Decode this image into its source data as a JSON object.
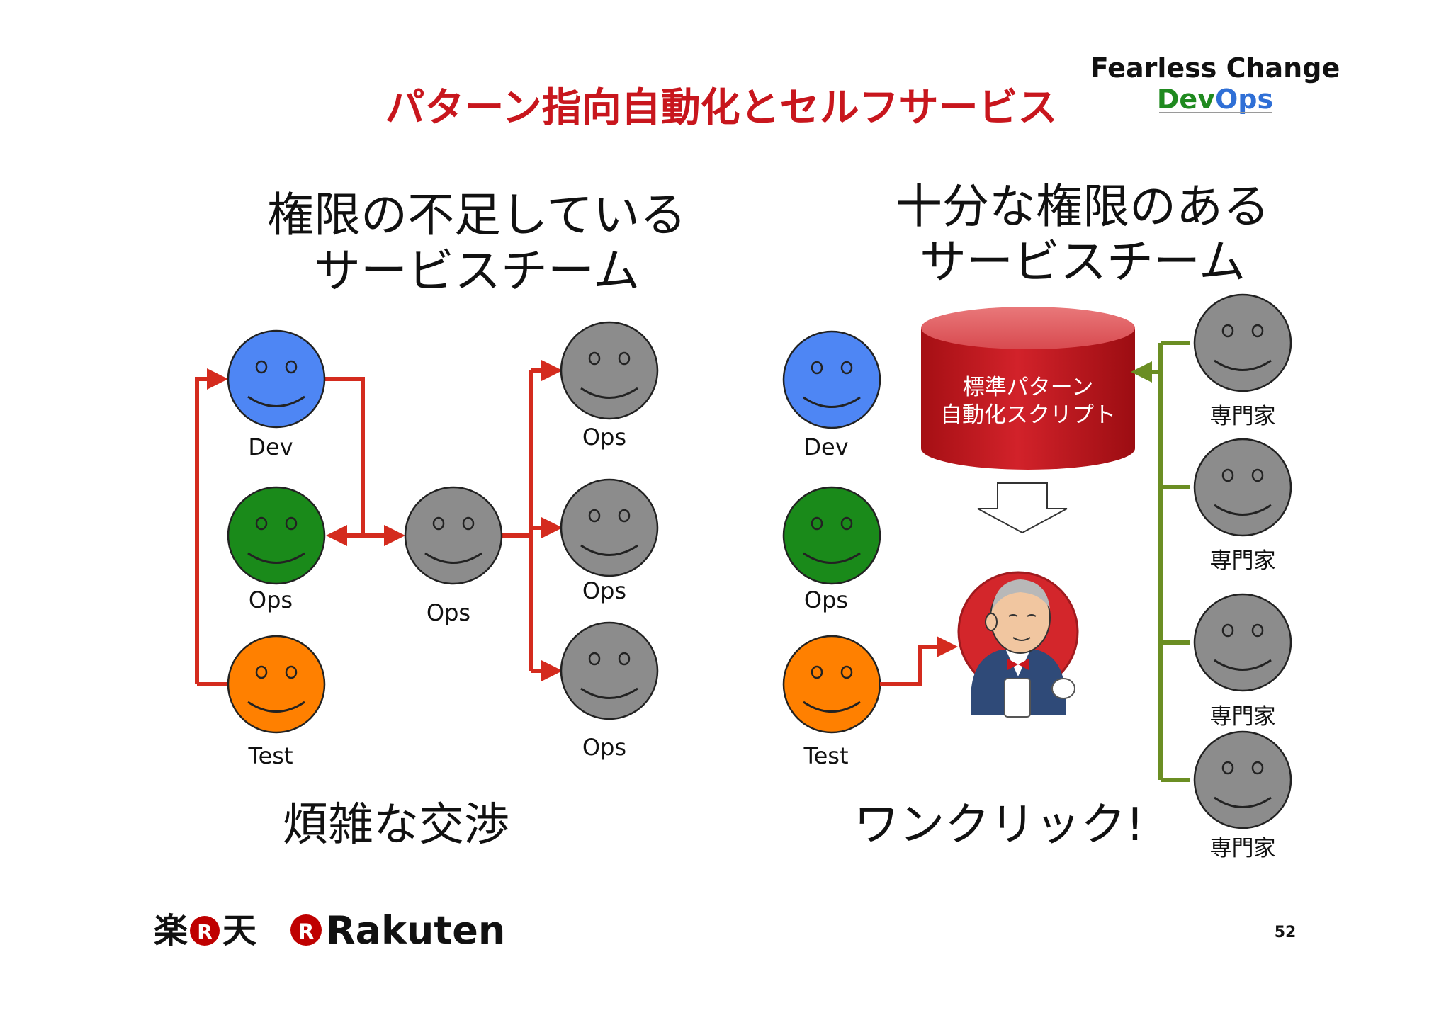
{
  "slide": {
    "title": "パターン指向自動化とセルフサービス",
    "page_number": "52",
    "colors": {
      "title": "#c8161d",
      "arrow_red": "#d42b1e",
      "arrow_green": "#6b8e23",
      "dev": "#4e86f4",
      "ops_green": "#1a8a1a",
      "test": "#ff8000",
      "gray": "#8c8c8c",
      "cylinder": "#c4161c"
    }
  },
  "brand": {
    "line1": "Fearless Change",
    "dev": "Dev",
    "ops": "Ops"
  },
  "left": {
    "heading_line1": "権限の不足している",
    "heading_line2": "サービスチーム",
    "caption": "煩雑な交渉",
    "people": {
      "dev": "Dev",
      "ops": "Ops",
      "test": "Test",
      "center_ops": "Ops",
      "right_ops_1": "Ops",
      "right_ops_2": "Ops",
      "right_ops_3": "Ops"
    }
  },
  "right": {
    "heading_line1": "十分な権限のある",
    "heading_line2": "サービスチーム",
    "caption": "ワンクリック!",
    "cylinder_line1": "標準パターン",
    "cylinder_line2": "自動化スクリプト",
    "people": {
      "dev": "Dev",
      "ops": "Ops",
      "test": "Test",
      "expert_1": "専門家",
      "expert_2": "専門家",
      "expert_3": "専門家",
      "expert_4": "専門家"
    }
  },
  "footer": {
    "logo_kanji_1": "楽",
    "logo_kanji_2": "天",
    "logo_r": "R",
    "logo_word": "Rakuten"
  }
}
